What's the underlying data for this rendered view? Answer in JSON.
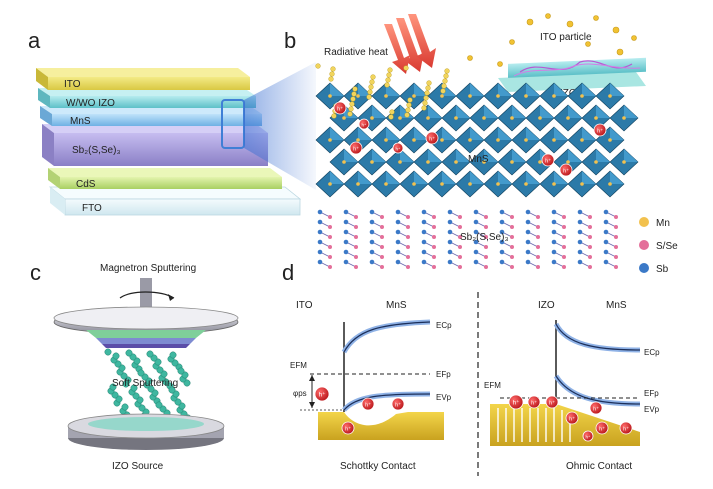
{
  "panels": {
    "a": {
      "label": "a",
      "layers": [
        "ITO",
        "W/WO IZO",
        "MnS",
        "Sb₂(S,Se)₃",
        "CdS",
        "FTO"
      ]
    },
    "b": {
      "label": "b",
      "radiative_heat": "Radiative heat",
      "ito_particle": "ITO particle",
      "izo": "IZO",
      "mns": "MnS",
      "sb2sse3": "Sb₂(S,Se)₃",
      "hole": "h⁺",
      "legend": [
        "Mn",
        "S/Se",
        "Sb"
      ]
    },
    "c": {
      "label": "c",
      "top": "Magnetron Sputtering",
      "middle": "Soft Sputtering",
      "bottom": "IZO Source"
    },
    "d": {
      "label": "d",
      "left": {
        "ito": "ITO",
        "mns": "MnS",
        "ecp": "ECp",
        "efm": "EFM",
        "efp": "EFp",
        "phi": "φps",
        "evp": "EVp",
        "caption": "Schottky Contact"
      },
      "right": {
        "izo": "IZO",
        "mns": "MnS",
        "ecp": "ECp",
        "efm": "EFM",
        "efp": "EFp",
        "evp": "EVp",
        "caption": "Ohmic Contact"
      }
    }
  },
  "colors": {
    "ito": "#e8dc5a",
    "izo": "#7fd3d9",
    "mns": "#8fc6ef",
    "sbsse": "#a99fd8",
    "cds": "#c9e58a",
    "fto": "#e6f4f8",
    "octa": "#2c7aa8",
    "hole": "#d8282c",
    "sputter": "#3fb7a0",
    "mn_dot": "#f2c14e",
    "sse_dot": "#e46f9a",
    "sb_dot": "#3b79c7"
  }
}
